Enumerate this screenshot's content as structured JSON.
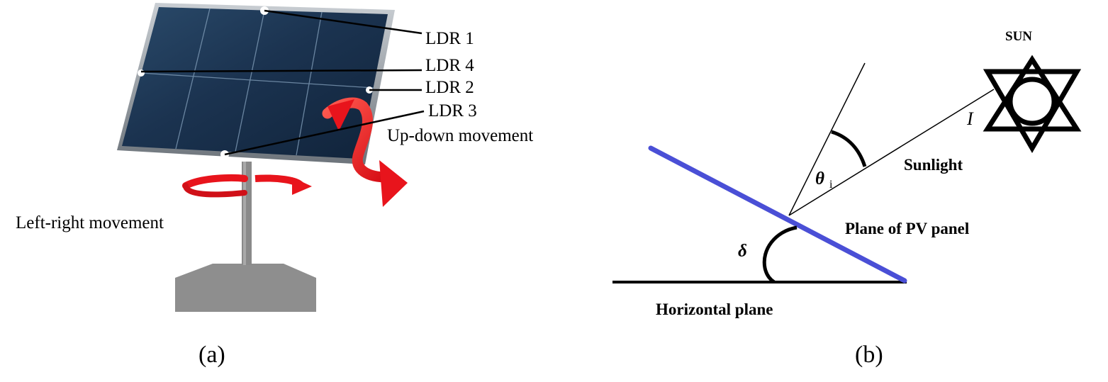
{
  "panel_a": {
    "labels": {
      "ldr1": "LDR 1",
      "ldr4": "LDR 4",
      "ldr2": "LDR 2",
      "ldr3": "LDR 3",
      "up_down": "Up-down movement",
      "left_right": "Left-right movement"
    },
    "caption": "(a)"
  },
  "panel_b": {
    "labels": {
      "sun": "SUN",
      "irradiance": "I",
      "sunlight": "Sunlight",
      "theta": "θ",
      "theta_sub": "i",
      "plane_pv": "Plane of PV panel",
      "delta": "δ",
      "horizontal": "Horizontal plane"
    },
    "caption": "(b)"
  },
  "colors": {
    "panel_blue": "#1c3550",
    "panel_frame": "#9aa3ab",
    "arrow_red": "#e8141c",
    "pv_line": "#4a4fd6",
    "pole_gray": "#8c8c8c"
  }
}
